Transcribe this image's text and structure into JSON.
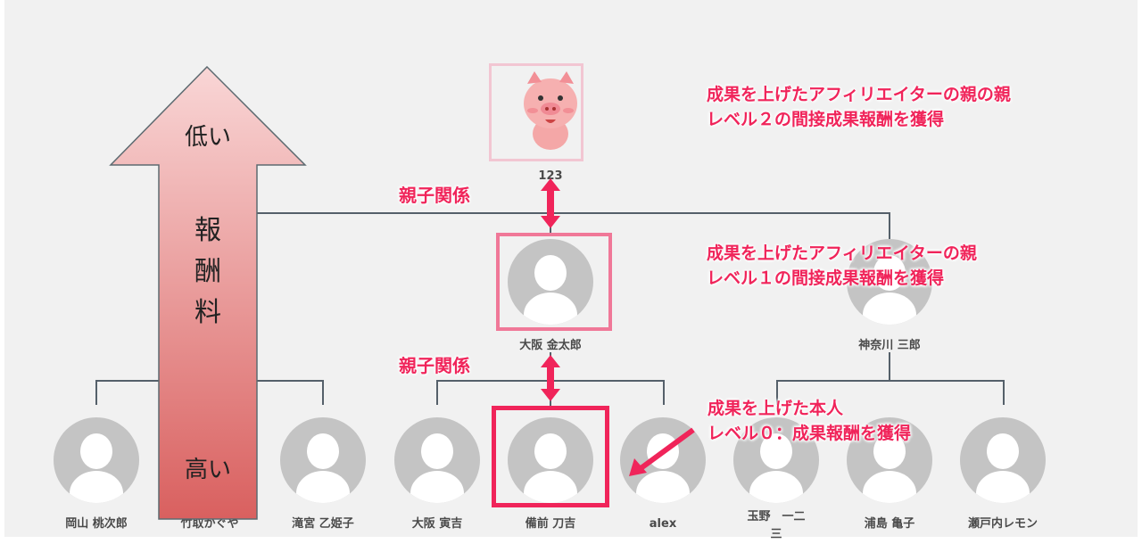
{
  "top_node": {
    "label": "123",
    "icon": "pig-icon"
  },
  "middle_nodes": [
    {
      "label": "大阪 金太郎"
    },
    {
      "label": "神奈川 三郎"
    }
  ],
  "bottom_nodes": [
    {
      "label": "岡山 桃次郎"
    },
    {
      "label": "竹取かぐや"
    },
    {
      "label": "滝宮 乙姫子"
    },
    {
      "label": "大阪 寅吉"
    },
    {
      "label": "備前 刀吉"
    },
    {
      "label": "alex"
    },
    {
      "label": "玉野　一二三"
    },
    {
      "label": "浦島 亀子"
    },
    {
      "label": "瀬戸内レモン"
    }
  ],
  "reward_arrow": {
    "top": "低い",
    "middle": "報酬料",
    "bottom": "高い"
  },
  "annotations": {
    "level2_line1": "成果を上げたアフィリエイターの親の親",
    "level2_line2": "レベル２の間接成果報酬を獲得",
    "level1_line1": "成果を上げたアフィリエイターの親",
    "level1_line2": "レベル１の間接成果報酬を獲得",
    "level0_line1": "成果を上げた本人",
    "level0_line2": "レベル０：成果報酬を獲得",
    "relation1": "親子関係",
    "relation2": "親子関係"
  },
  "colors": {
    "accent": "#f0245a",
    "frame_level1": "#f07898",
    "frame_level2": "#f2c6d2",
    "line": "#55606a"
  }
}
